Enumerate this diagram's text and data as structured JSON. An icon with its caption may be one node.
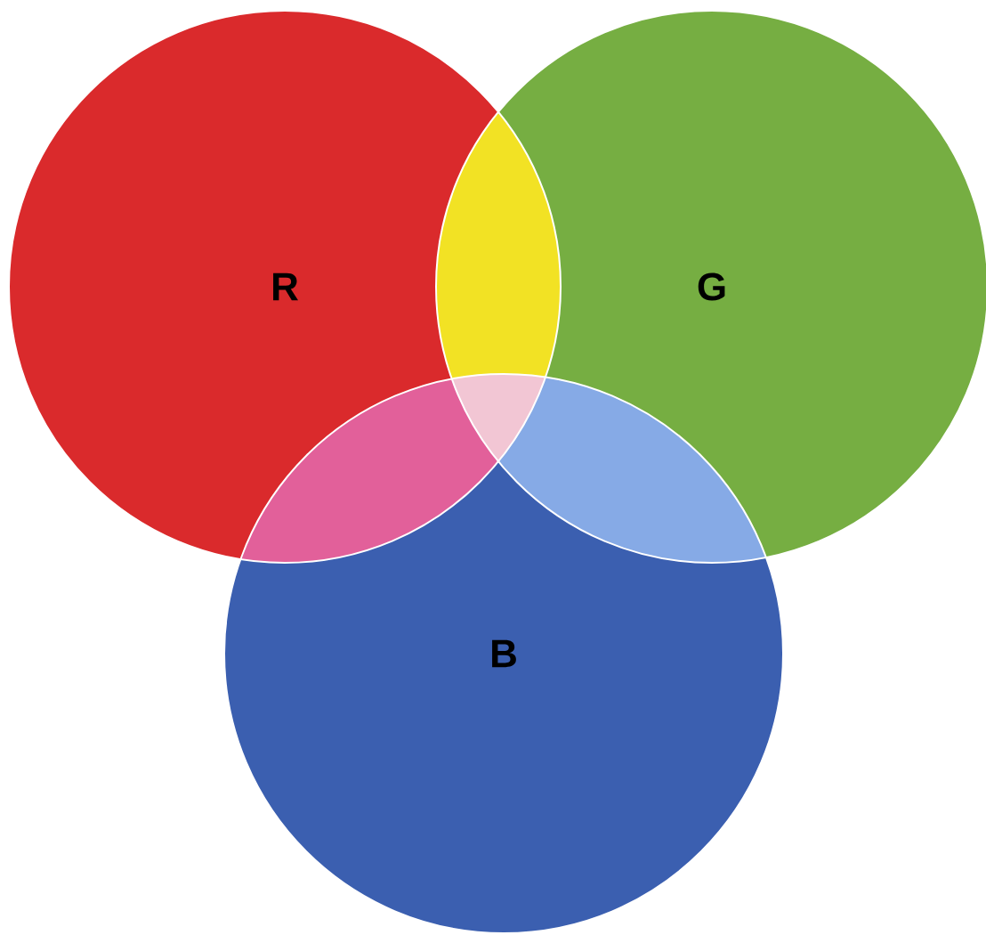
{
  "diagram": {
    "nodes": [
      {
        "text": [
          "R"
        ]
      },
      {
        "text": [
          "G"
        ]
      },
      {
        "text": [
          "B"
        ]
      }
    ]
  }
}
